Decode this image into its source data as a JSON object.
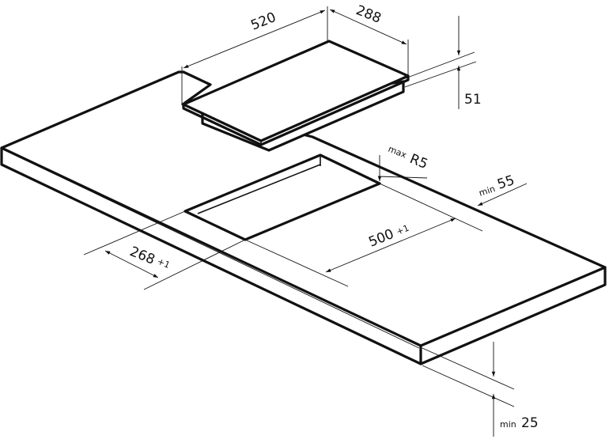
{
  "dimensions": {
    "hob_width": "520",
    "hob_depth": "288",
    "hob_height": "51",
    "corner_radius_prefix": "max",
    "corner_radius": "R5",
    "rear_clearance_prefix": "min",
    "rear_clearance": "55",
    "cutout_width": "500",
    "cutout_width_tol": "+1",
    "cutout_depth": "268",
    "cutout_depth_tol": "+1",
    "worktop_thickness_prefix": "min",
    "worktop_thickness": "25"
  }
}
